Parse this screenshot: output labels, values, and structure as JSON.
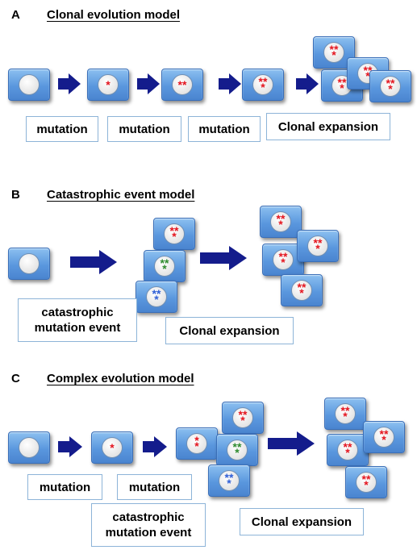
{
  "panels": [
    {
      "letter": "A",
      "title": "Clonal evolution model"
    },
    {
      "letter": "B",
      "title": "Catastrophic event model"
    },
    {
      "letter": "C",
      "title": "Complex evolution model"
    }
  ],
  "labels": {
    "mutation": "mutation",
    "clonal_expansion": "Clonal expansion",
    "catastrophic_line1": "catastrophic",
    "catastrophic_line2": "mutation event"
  },
  "colors": {
    "cell": "#5a97de",
    "arrow": "#141c8c",
    "mutation_red": "#e4141e",
    "mutation_green": "#2e8b2e",
    "mutation_blue": "#2f5fd6",
    "label_border": "#8db4d8"
  },
  "glyphs": {
    "mutation_mark": "*"
  }
}
